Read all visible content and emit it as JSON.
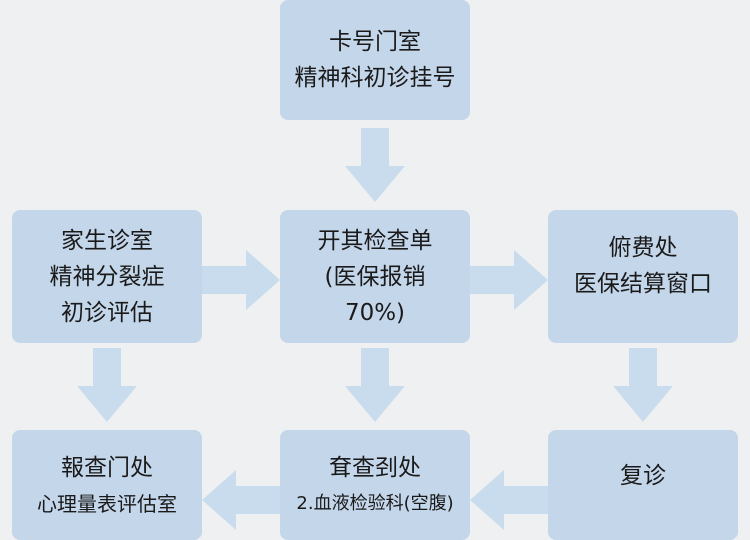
{
  "nodes": {
    "registration": {
      "lines": [
        "卡号门室",
        "精神科初诊挂号"
      ]
    },
    "family_clinic": {
      "lines": [
        "家生诊室",
        "精神分裂症",
        "初诊评估"
      ]
    },
    "exam_order": {
      "lines": [
        "开其检查单",
        "(医保报销",
        "70%)"
      ]
    },
    "payment": {
      "lines": [
        "俯费处",
        "医保结算窗口"
      ]
    },
    "report": {
      "lines": [
        "報查门处",
        "心理量表评估室"
      ]
    },
    "exam": {
      "lines": [
        "耷查刭处",
        "2.血液检验科(空腹)"
      ]
    },
    "followup": {
      "lines": [
        "复诊"
      ]
    }
  },
  "colors": {
    "box": "#c4d6ea",
    "arrow": "#c9dcee",
    "background": "#eff0f1"
  }
}
